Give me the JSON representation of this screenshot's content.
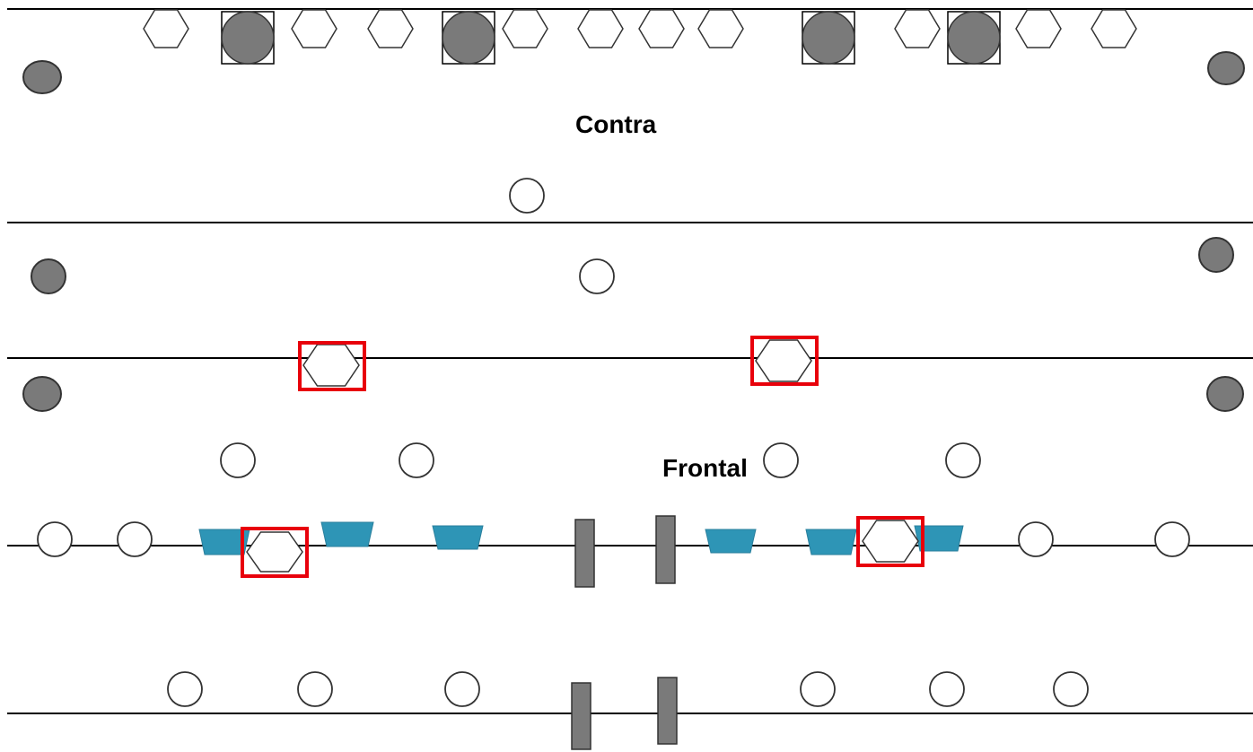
{
  "labels": {
    "contra": "Contra",
    "frontal": "Frontal"
  },
  "colors": {
    "line": "#000000",
    "gray_fill": "#7a7a7a",
    "outline": "#333333",
    "highlight": "#e8000b",
    "trapezoid": "#2e95b6"
  },
  "legend_shape_names": [
    "gray-circle",
    "open-circle",
    "open-hexagon",
    "gray-rectangle",
    "blue-trapezoid",
    "red-highlight-box"
  ]
}
